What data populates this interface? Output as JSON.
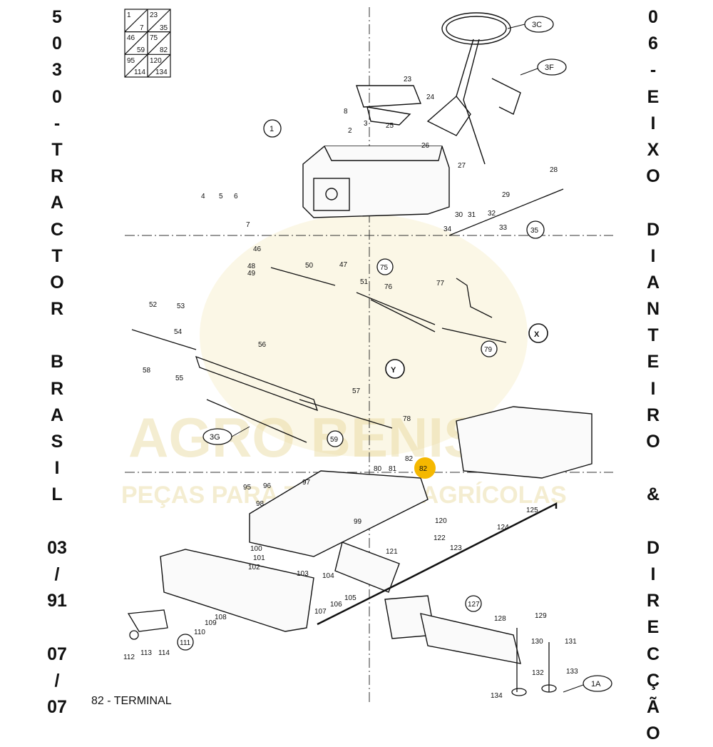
{
  "left_title": [
    "5",
    "0",
    "3",
    "0",
    "-",
    "T",
    "R",
    "A",
    "C",
    "T",
    "O",
    "R",
    "",
    "B",
    "R",
    "A",
    "S",
    "I",
    "L",
    "",
    "03",
    "/",
    "91",
    "",
    "07",
    "/",
    "07"
  ],
  "right_title": [
    "0",
    "6",
    "-",
    "E",
    "I",
    "X",
    "O",
    "",
    "D",
    "I",
    "A",
    "N",
    "T",
    "E",
    "I",
    "R",
    "O",
    "",
    "&",
    "",
    "D",
    "I",
    "R",
    "E",
    "C",
    "Ç",
    "Ã",
    "O"
  ],
  "caption": "82 - TERMINAL",
  "watermark": {
    "brand": "AGRO BENIS",
    "tagline": "PEÇAS PARA TRATORES AGRÍCOLAS"
  },
  "index_grid": [
    [
      "1",
      "23"
    ],
    [
      "7",
      "35"
    ],
    [
      "46",
      "75"
    ],
    [
      "59",
      "82"
    ],
    [
      "95",
      "120"
    ],
    [
      "114",
      "134"
    ]
  ],
  "callouts": [
    "1",
    "3C",
    "3F",
    "3G",
    "1A",
    "35",
    "75",
    "79",
    "59",
    "111",
    "127",
    "X",
    "Y"
  ],
  "highlight": {
    "label": "82",
    "color": "#f5b800"
  },
  "part_labels": [
    "2",
    "3",
    "4",
    "5",
    "6",
    "7",
    "8",
    "23",
    "24",
    "25",
    "26",
    "27",
    "28",
    "29",
    "30",
    "31",
    "32",
    "33",
    "34",
    "46",
    "47",
    "48",
    "49",
    "50",
    "51",
    "52",
    "53",
    "54",
    "55",
    "56",
    "57",
    "58",
    "76",
    "77",
    "78",
    "80",
    "81",
    "82",
    "95",
    "96",
    "97",
    "98",
    "99",
    "100",
    "101",
    "102",
    "103",
    "104",
    "105",
    "106",
    "107",
    "108",
    "109",
    "110",
    "112",
    "113",
    "114",
    "120",
    "121",
    "122",
    "123",
    "124",
    "125",
    "128",
    "129",
    "130",
    "131",
    "132",
    "133",
    "134"
  ]
}
